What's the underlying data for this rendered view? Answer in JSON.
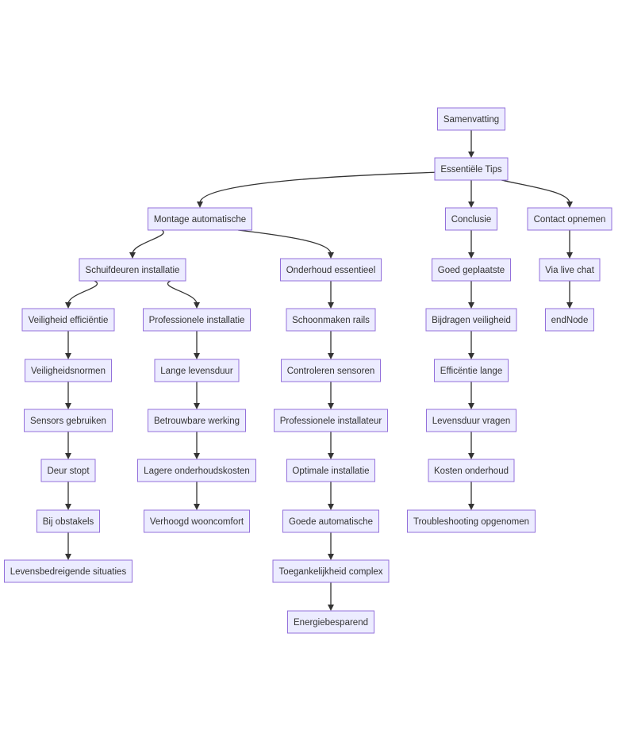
{
  "diagram": {
    "type": "flowchart",
    "nodes": [
      {
        "id": "samenvatting",
        "label": "Samenvatting"
      },
      {
        "id": "essentiele",
        "label": "Essentiële Tips"
      },
      {
        "id": "montage",
        "label": "Montage automatische"
      },
      {
        "id": "conclusie",
        "label": "Conclusie"
      },
      {
        "id": "contact",
        "label": "Contact opnemen"
      },
      {
        "id": "schuifdeuren",
        "label": "Schuifdeuren installatie"
      },
      {
        "id": "onderhoud",
        "label": "Onderhoud essentieel"
      },
      {
        "id": "goed",
        "label": "Goed geplaatste"
      },
      {
        "id": "chat",
        "label": "Via live chat"
      },
      {
        "id": "veiligheid",
        "label": "Veiligheid efficiëntie"
      },
      {
        "id": "profinst",
        "label": "Professionele installatie"
      },
      {
        "id": "schoonmaken",
        "label": "Schoonmaken rails"
      },
      {
        "id": "bijdragen",
        "label": "Bijdragen veiligheid"
      },
      {
        "id": "endnode",
        "label": "endNode"
      },
      {
        "id": "normen",
        "label": "Veiligheidsnormen"
      },
      {
        "id": "lange",
        "label": "Lange levensduur"
      },
      {
        "id": "controleren",
        "label": "Controleren sensoren"
      },
      {
        "id": "efficientie",
        "label": "Efficëntie lange"
      },
      {
        "id": "sensors",
        "label": "Sensors gebruiken"
      },
      {
        "id": "betrouwbare",
        "label": "Betrouwbare werking"
      },
      {
        "id": "profinstallateur",
        "label": "Professionele installateur"
      },
      {
        "id": "levensduur",
        "label": "Levensduur vragen"
      },
      {
        "id": "deur",
        "label": "Deur stopt"
      },
      {
        "id": "lagere",
        "label": "Lagere onderhoudskosten"
      },
      {
        "id": "optimale",
        "label": "Optimale installatie"
      },
      {
        "id": "kosten",
        "label": "Kosten onderhoud"
      },
      {
        "id": "obstakels",
        "label": "Bij obstakels"
      },
      {
        "id": "verhoogd",
        "label": "Verhoogd wooncomfort"
      },
      {
        "id": "goedeauto",
        "label": "Goede automatische"
      },
      {
        "id": "troubleshooting",
        "label": "Troubleshooting opgenomen"
      },
      {
        "id": "levensbedreigende",
        "label": "Levensbedreigende situaties"
      },
      {
        "id": "toegankelijkheid",
        "label": "Toegankelijkheid complex"
      },
      {
        "id": "energie",
        "label": "Energiebesparend"
      }
    ],
    "edges": [
      [
        "samenvatting",
        "essentiele"
      ],
      [
        "essentiele",
        "montage"
      ],
      [
        "essentiele",
        "conclusie"
      ],
      [
        "essentiele",
        "contact"
      ],
      [
        "montage",
        "schuifdeuren"
      ],
      [
        "montage",
        "onderhoud"
      ],
      [
        "conclusie",
        "goed"
      ],
      [
        "contact",
        "chat"
      ],
      [
        "schuifdeuren",
        "veiligheid"
      ],
      [
        "schuifdeuren",
        "profinst"
      ],
      [
        "onderhoud",
        "schoonmaken"
      ],
      [
        "goed",
        "bijdragen"
      ],
      [
        "chat",
        "endnode"
      ],
      [
        "veiligheid",
        "normen"
      ],
      [
        "profinst",
        "lange"
      ],
      [
        "schoonmaken",
        "controleren"
      ],
      [
        "bijdragen",
        "efficientie"
      ],
      [
        "normen",
        "sensors"
      ],
      [
        "lange",
        "betrouwbare"
      ],
      [
        "controleren",
        "profinstallateur"
      ],
      [
        "efficientie",
        "levensduur"
      ],
      [
        "sensors",
        "deur"
      ],
      [
        "betrouwbare",
        "lagere"
      ],
      [
        "profinstallateur",
        "optimale"
      ],
      [
        "levensduur",
        "kosten"
      ],
      [
        "deur",
        "obstakels"
      ],
      [
        "lagere",
        "verhoogd"
      ],
      [
        "optimale",
        "goedeauto"
      ],
      [
        "kosten",
        "troubleshooting"
      ],
      [
        "obstakels",
        "levensbedreigende"
      ],
      [
        "goedeauto",
        "toegankelijkheid"
      ],
      [
        "toegankelijkheid",
        "energie"
      ]
    ]
  },
  "colors": {
    "node_fill": "#ececff",
    "node_stroke": "#9370db",
    "edge": "#333333",
    "text": "#333333"
  }
}
